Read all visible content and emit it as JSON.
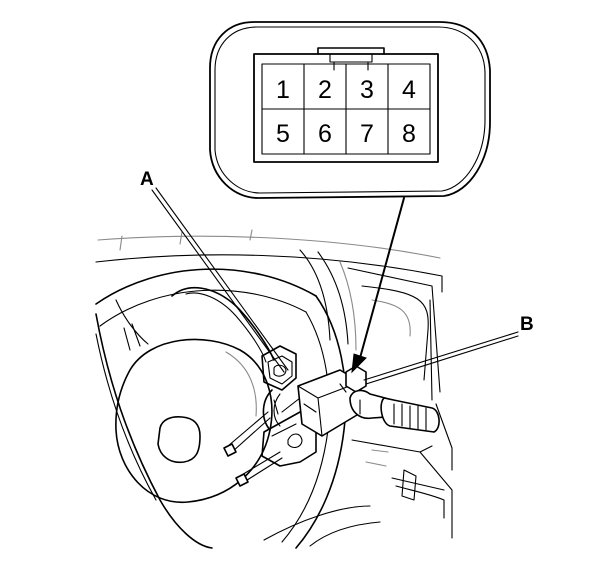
{
  "connector": {
    "pins": [
      "1",
      "2",
      "3",
      "4",
      "5",
      "6",
      "7",
      "8"
    ]
  },
  "callouts": {
    "a": "A",
    "b": "B"
  }
}
